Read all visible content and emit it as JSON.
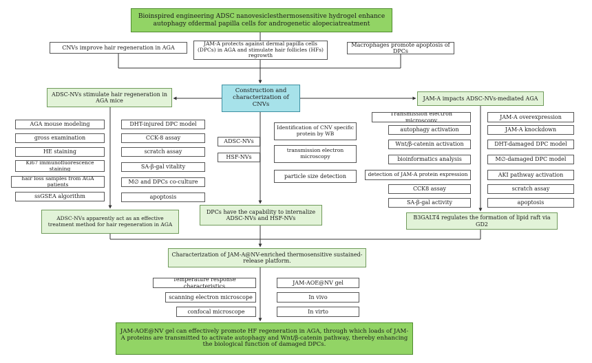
{
  "title": "Bioinspired engineering ADSC nanovesiclesthermosensitive hydrogel enhance autophagy ofdermal papilla cells for androgenetic alopeciatreatment",
  "top_row": {
    "left": "CNVs improve hair regeneration in AGA",
    "middle": "JAM-A protects against dermal papilla cells (DPCs) in AGA and stimulate hair follicles (HFs) regrowth",
    "right": "Macrophages promote apoptosis of DPCs"
  },
  "center": {
    "main": "Construction and characterization of CNVs",
    "sources": [
      "ADSC-NVs",
      "HSF-NVs"
    ],
    "methods": [
      "Identification of CNV specific protein by WB",
      "transmission electron microscopy",
      "particle size detection"
    ],
    "outcome": "DPCs have the capability to internalize ADSC-NVs and HSF-NVs"
  },
  "left_branch": {
    "header": "ADSC-NVs stimulate hair regeneration in AGA mice",
    "col1": [
      "AGA mouse modeling",
      "gross examination",
      "HE staining",
      "Ki67 immunofluorescence staining",
      "hair loss samples from AGA patients",
      "ssGSEA algorithm"
    ],
    "col2": [
      "DHT-injured DPC model",
      "CCK-8 assay",
      "scratch assay",
      "SA-β-gal vitality",
      "M∅ and DPCs co-culture",
      "apoptosis"
    ],
    "outcome": "ADSC-NVs apparently act as an effective treatment method for hair regeneration in AGA"
  },
  "right_branch": {
    "header": "JAM-A impacts ADSC-NVs-mediated AGA",
    "col1": [
      "Transmission electron microscopy",
      "autophagy activation",
      "Wnt/β-catenin activation",
      "bioinformatics analysis",
      "detection of JAM-A protein expression",
      "CCK8 assay",
      "SA-β-gal activity"
    ],
    "col2": [
      "JAM-A overexpression",
      "JAM-A knockdown",
      "DHT-damaged DPC model",
      "M∅-damaged DPC model",
      "AKI pathway activation",
      "scratch assay",
      "apoptosis"
    ],
    "outcome": "B3GALT4 regulates the formation of lipid raft via GD2"
  },
  "platform": {
    "header": "Characterization of JAM-A@NV-enriched thermosensitive sustained-release platform.",
    "left": [
      "Temperature response characteristics",
      "scanning electron microscope",
      "confocal microscope"
    ],
    "right": [
      "JAM-AOE@NV gel",
      "In vivo",
      "In virto"
    ]
  },
  "conclusion": "JAM-AOE@NV gel can effectively promote HF regeneration in AGA, through which loads of JAM-A proteins are transmitted to activate autophagy and Wnt/β-catenin pathway, thereby enhancing the biological function of damaged DPCs."
}
